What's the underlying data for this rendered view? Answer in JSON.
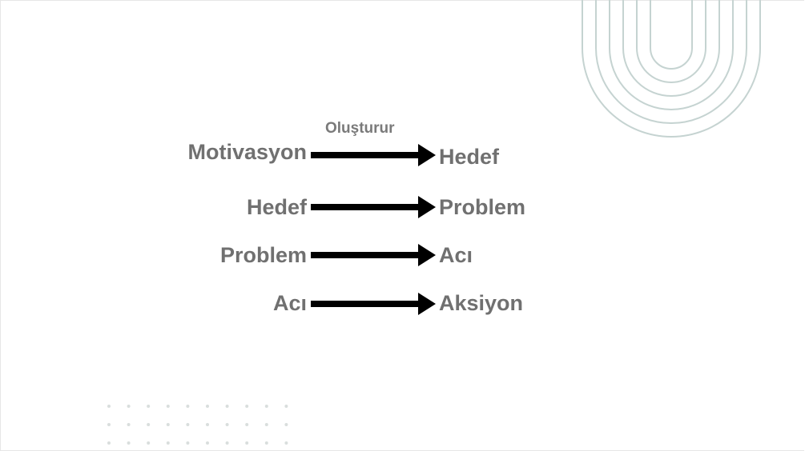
{
  "diagram": {
    "caption": "Oluşturur",
    "rows": [
      {
        "from": "Motivasyon",
        "to": "Hedef"
      },
      {
        "from": "Hedef",
        "to": "Problem"
      },
      {
        "from": "Problem",
        "to": "Acı"
      },
      {
        "from": "Acı",
        "to": "Aksiyon"
      }
    ]
  },
  "colors": {
    "text": "#707070",
    "arrow": "#000000",
    "arch_stroke": "#c5d3d1",
    "dots": "#d9dedd"
  }
}
